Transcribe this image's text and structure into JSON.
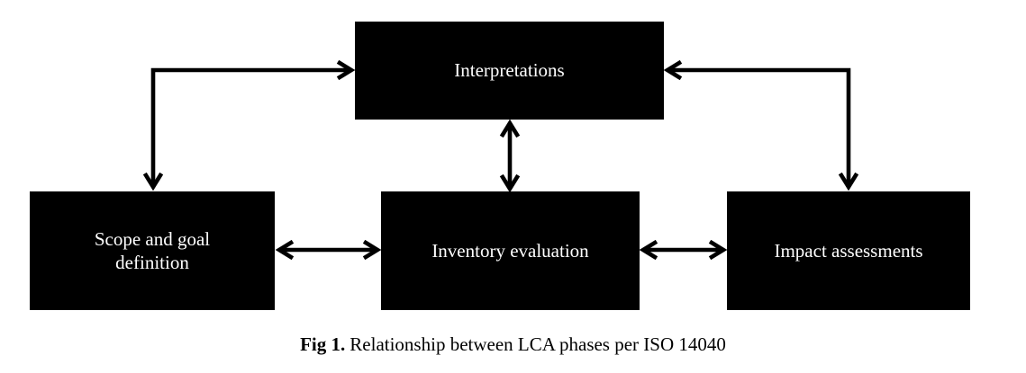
{
  "diagram": {
    "title": "Relationship between LCA phases per ISO 14040",
    "colors": {
      "box_fill": "#000000",
      "box_text": "#ffffff",
      "arrow": "#000000",
      "background": "#ffffff"
    },
    "boxes": [
      {
        "id": "interpretations",
        "label": "Interpretations"
      },
      {
        "id": "scope-goal",
        "label": "Scope and goal definition"
      },
      {
        "id": "inventory",
        "label": "Inventory evaluation"
      },
      {
        "id": "impact",
        "label": "Impact assessments"
      }
    ],
    "connections": [
      {
        "from": "scope-goal",
        "to": "interpretations",
        "type": "double-arrow",
        "route": "elbow"
      },
      {
        "from": "impact",
        "to": "interpretations",
        "type": "double-arrow",
        "route": "elbow"
      },
      {
        "from": "inventory",
        "to": "interpretations",
        "type": "double-arrow",
        "route": "straight-vertical"
      },
      {
        "from": "scope-goal",
        "to": "inventory",
        "type": "double-arrow",
        "route": "straight-horizontal"
      },
      {
        "from": "inventory",
        "to": "impact",
        "type": "double-arrow",
        "route": "straight-horizontal"
      }
    ],
    "caption": {
      "label": "Fig 1.",
      "text": "Relationship between LCA phases per ISO 14040"
    }
  }
}
